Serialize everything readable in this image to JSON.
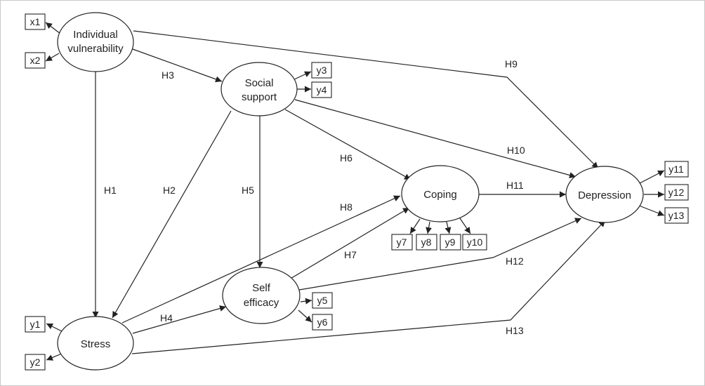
{
  "colors": {
    "ink": "#222222",
    "frame": "#c8c8c8",
    "background": "#ffffff"
  },
  "constructs": {
    "individual_vulnerability": [
      "Individual",
      "vulnerability"
    ],
    "social_support": [
      "Social",
      "support"
    ],
    "coping": [
      "Coping"
    ],
    "depression": [
      "Depression"
    ],
    "self_efficacy": [
      "Self",
      "efficacy"
    ],
    "stress": [
      "Stress"
    ]
  },
  "indicators": {
    "x1": "x1",
    "x2": "x2",
    "y1": "y1",
    "y2": "y2",
    "y3": "y3",
    "y4": "y4",
    "y5": "y5",
    "y6": "y6",
    "y7": "y7",
    "y8": "y8",
    "y9": "y9",
    "y10": "y10",
    "y11": "y11",
    "y12": "y12",
    "y13": "y13"
  },
  "hypotheses": {
    "H1": "H1",
    "H2": "H2",
    "H3": "H3",
    "H4": "H4",
    "H5": "H5",
    "H6": "H6",
    "H7": "H7",
    "H8": "H8",
    "H9": "H9",
    "H10": "H10",
    "H11": "H11",
    "H12": "H12",
    "H13": "H13"
  }
}
